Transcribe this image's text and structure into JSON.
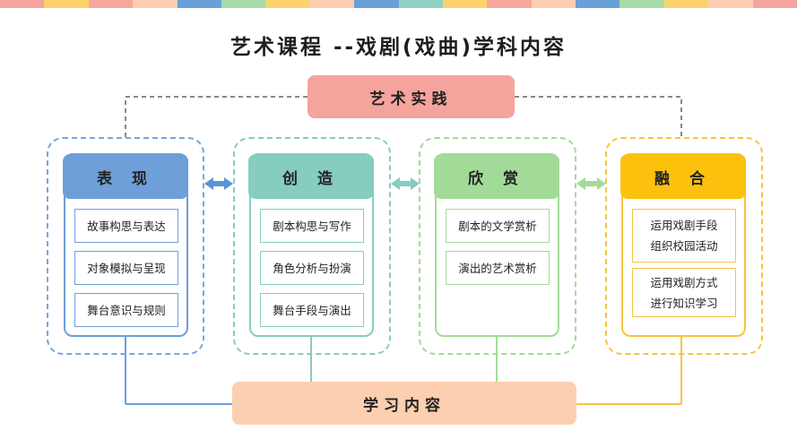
{
  "title": "艺术课程 --戏剧(戏曲)学科内容",
  "practice": "艺术实践",
  "learning_content": "学习内容",
  "colors": {
    "topbar": [
      "#f4a49c",
      "#fcd36b",
      "#f7a89d",
      "#fbcfb0",
      "#6aa0d8",
      "#a8dba8",
      "#fcd36b",
      "#fbcfb0",
      "#6aa0d8",
      "#8fd1c2",
      "#fcd36b",
      "#f7a89d",
      "#fbcfb0",
      "#6aa0d8",
      "#a8dba8",
      "#fcd36b",
      "#fbcfb0",
      "#f4a49c"
    ],
    "line": "#888888"
  },
  "modules": [
    {
      "name": "表 现",
      "items": [
        "故事构思与表达",
        "对象模拟与呈现",
        "舞台意识与规则"
      ],
      "head_color": "#6e9fd8",
      "border_color": "#6e9fd8",
      "dash_color": "#7aa6dc"
    },
    {
      "name": "创 造",
      "items": [
        "剧本构思与写作",
        "角色分析与扮演",
        "舞台手段与演出"
      ],
      "head_color": "#86cdbf",
      "border_color": "#86cdbf",
      "dash_color": "#86cdbf"
    },
    {
      "name": "欣 赏",
      "items": [
        "剧本的文学赏析",
        "演出的艺术赏析"
      ],
      "head_color": "#a2db98",
      "border_color": "#a2db98",
      "dash_color": "#a2db98"
    },
    {
      "name": "融 合",
      "items": [
        "运用戏剧手段\n组织校园活动",
        "运用戏剧方式\n进行知识学习"
      ],
      "head_color": "#fcc10d",
      "border_color": "#f7c441",
      "dash_color": "#f7c441"
    }
  ]
}
